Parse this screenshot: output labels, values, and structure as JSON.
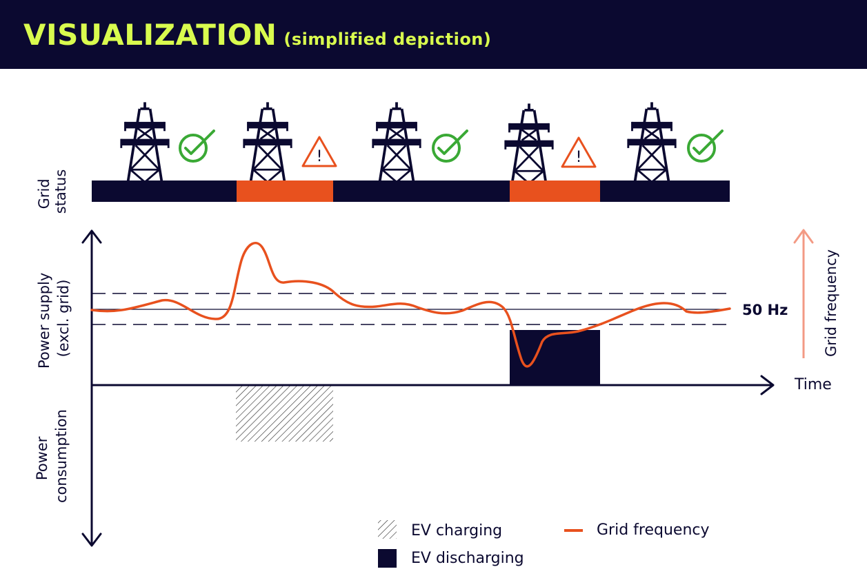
{
  "header": {
    "title": "VISUALIZATION",
    "subtitle": "(simplified depiction)"
  },
  "labels": {
    "grid_status_line1": "Grid",
    "grid_status_line2": "status",
    "power_supply_line1": "Power supply",
    "power_supply_line2": "(excl. grid)",
    "power_consumption_line1": "Power",
    "power_consumption_line2": "consumption",
    "frequency_reference": "50 Hz",
    "time_axis": "Time",
    "grid_frequency_axis": "Grid frequency"
  },
  "legend": {
    "ev_charging": "EV charging",
    "ev_discharging": "EV discharging",
    "grid_frequency": "Grid frequency"
  },
  "grid_status": [
    {
      "state": "ok",
      "icon": "check-icon"
    },
    {
      "state": "warning",
      "icon": "warning-icon"
    },
    {
      "state": "ok",
      "icon": "check-icon"
    },
    {
      "state": "warning",
      "icon": "warning-icon"
    },
    {
      "state": "ok",
      "icon": "check-icon"
    }
  ],
  "colors": {
    "navy": "#0b0930",
    "accent_orange": "#e8511e",
    "title_yellow": "#d9fb4e",
    "check_green": "#3aa935",
    "arrow_salmon": "#f39a84"
  }
}
